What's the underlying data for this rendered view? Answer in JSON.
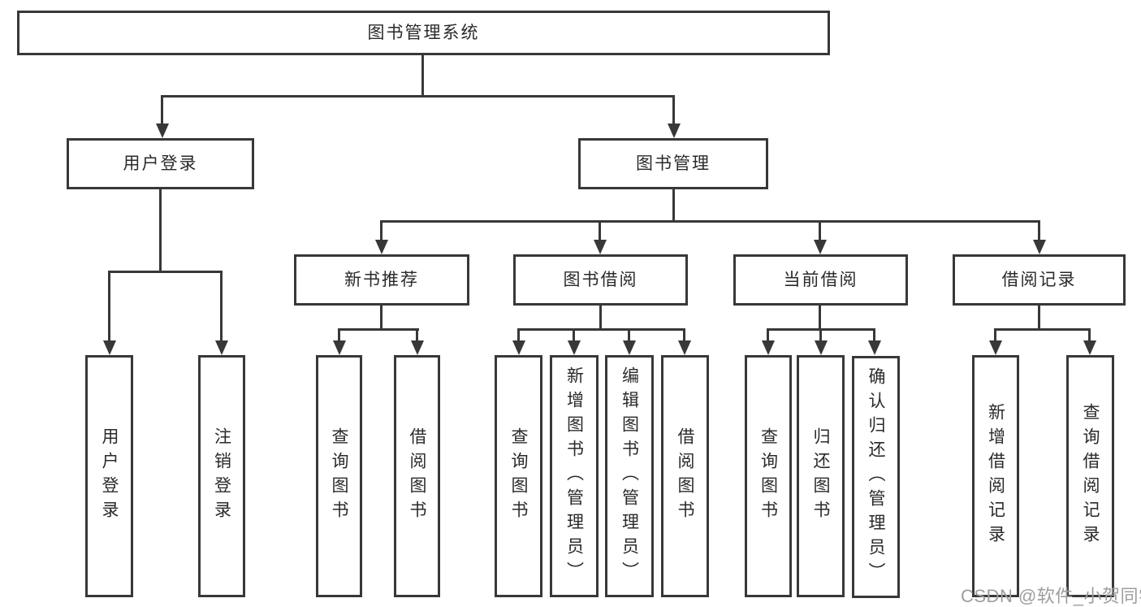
{
  "diagram": {
    "root": {
      "label": "图书管理系统"
    },
    "branches": [
      {
        "label": "用户登录",
        "children": [
          {
            "label": "用户登录"
          },
          {
            "label": "注销登录"
          }
        ]
      },
      {
        "label": "图书管理",
        "children": [
          {
            "label": "新书推荐",
            "children": [
              {
                "label": "查询图书"
              },
              {
                "label": "借阅图书"
              }
            ]
          },
          {
            "label": "图书借阅",
            "children": [
              {
                "label": "查询图书"
              },
              {
                "label": "新增图书（管理员）"
              },
              {
                "label": "编辑图书（管理员）"
              },
              {
                "label": "借阅图书"
              }
            ]
          },
          {
            "label": "当前借阅",
            "children": [
              {
                "label": "查询图书"
              },
              {
                "label": "归还图书"
              },
              {
                "label": "确认归还（管理员）"
              }
            ]
          },
          {
            "label": "借阅记录",
            "children": [
              {
                "label": "新增借阅记录"
              },
              {
                "label": "查询借阅记录"
              }
            ]
          }
        ]
      }
    ],
    "watermark": "CSDN @软件_小贺同学",
    "colors": {
      "line": "#383838",
      "text": "#2a2a2a",
      "background": "#ffffff",
      "watermark": "#9e9e9e"
    }
  }
}
